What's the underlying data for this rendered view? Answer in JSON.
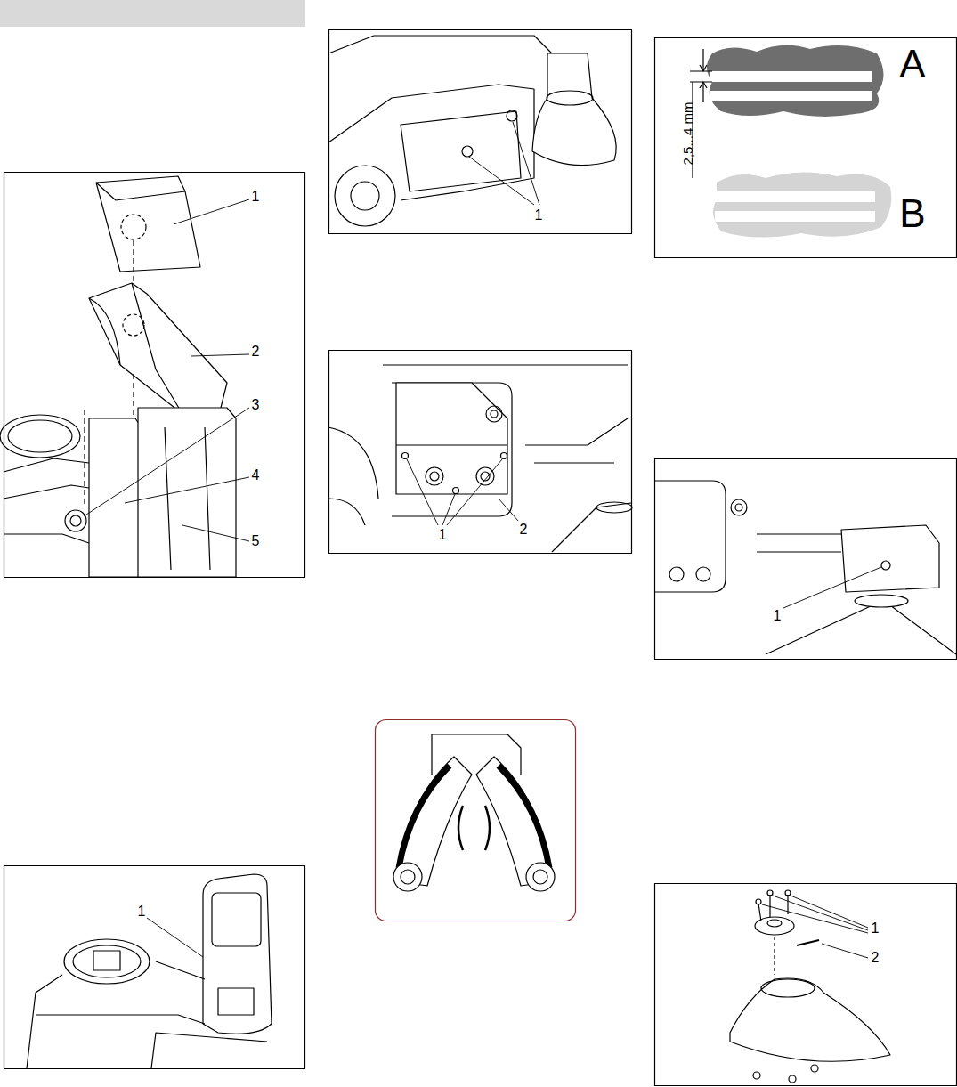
{
  "diagram": {
    "labels": [
      "1",
      "2",
      "3",
      "4",
      "5",
      "1",
      "1",
      "1",
      "2",
      "2,5...4 mm",
      "A",
      "B",
      "1",
      "1",
      "2"
    ]
  }
}
